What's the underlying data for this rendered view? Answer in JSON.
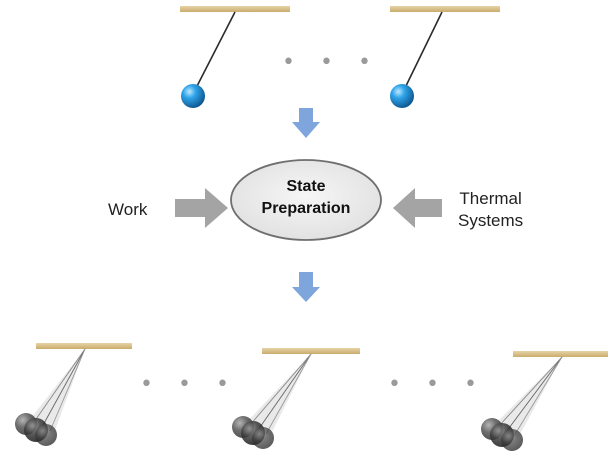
{
  "center_box": {
    "line1": "State",
    "line2": "Preparation"
  },
  "left_input": {
    "label": "Work"
  },
  "right_input": {
    "line1": "Thermal",
    "line2": "Systems"
  },
  "ellipsis": "• • •",
  "colors": {
    "ceiling": "#d9c08a",
    "blue_arrow": "#7ea6dc",
    "gray_arrow": "#a4a4a4",
    "ellipse_fill": "#ececec",
    "ellipse_stroke": "#6f6f6f",
    "ball_blue": "#1e8fd6",
    "ball_dark": "#3a3a3a"
  }
}
